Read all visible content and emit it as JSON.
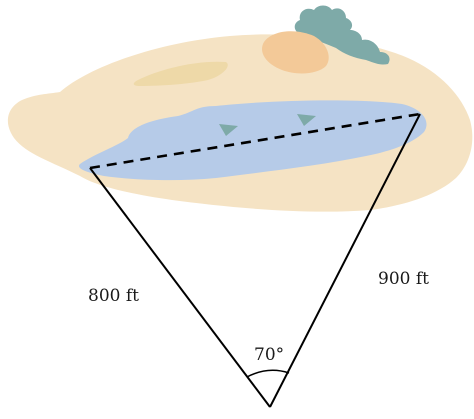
{
  "figure": {
    "left_side_label": "800 ft",
    "right_side_label": "900 ft",
    "angle_label": "70°"
  },
  "colors": {
    "land": "#f5e3c4",
    "lake": "#b6cbe8",
    "hill": "#f3c998",
    "dune": "#eed9a8",
    "trees": "#7eaaa8",
    "lines": "#000000"
  },
  "icons": [
    "trees-icon",
    "boat-icon"
  ]
}
